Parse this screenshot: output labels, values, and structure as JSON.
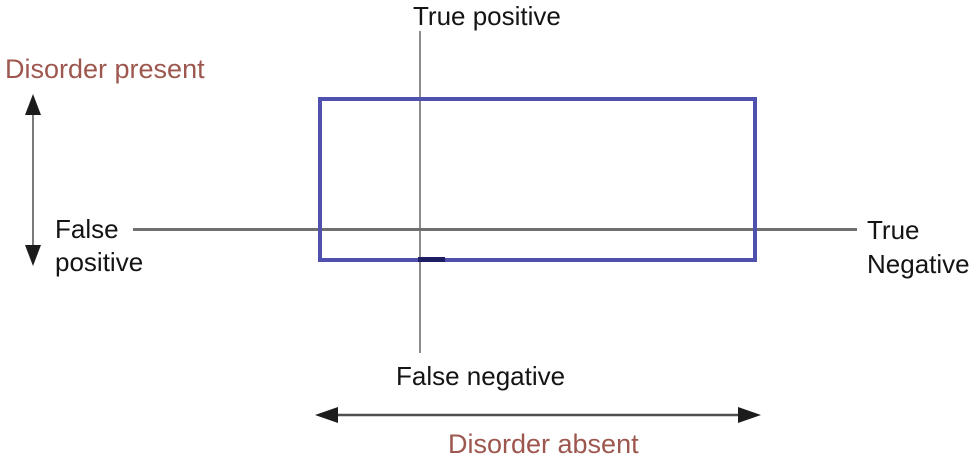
{
  "diagram": {
    "labels": {
      "true_positive": "True positive",
      "disorder_present": "Disorder present",
      "false_positive": "False\npositive",
      "true_negative": "True\nNegative",
      "false_negative": "False negative",
      "disorder_absent": "Disorder absent"
    },
    "colors": {
      "accent-brown": "#9d574e",
      "rect-blue": "#5050ae",
      "line-gray": "#6f6f6f",
      "line-gray-light": "#8c8c8c",
      "arrow-dark": "#1c1c1c",
      "text-black": "#141414",
      "dark-segment": "#1e1e64",
      "background": "#ffffff"
    }
  }
}
